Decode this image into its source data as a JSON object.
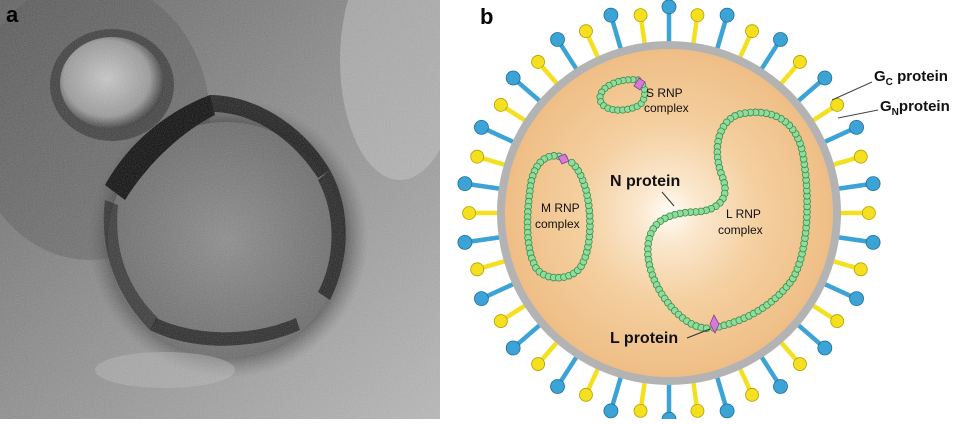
{
  "panel_a": {
    "letter": "a"
  },
  "panel_b": {
    "letter": "b",
    "labels": {
      "gc_main": "G",
      "gc_sub": "C",
      "gc_tail": " protein",
      "gn_main": "G",
      "gn_sub": "N",
      "gn_tail": "protein",
      "s_rnp_line1": "S RNP",
      "s_rnp_line2": "complex",
      "m_rnp_line1": "M RNP",
      "m_rnp_line2": "complex",
      "l_rnp_line1": "L RNP",
      "l_rnp_line2": "complex",
      "n_protein": "N protein",
      "l_protein": "L protein"
    },
    "colors": {
      "virion_fill": "#f2c591",
      "membrane": "#b3b3b3",
      "gc_spike": "#3ba3d6",
      "gn_spike": "#f5e020",
      "rnp_bead": "#8fdc9c",
      "rnp_bead_stroke": "#3a8e4c",
      "l_protein": "#d67ad8"
    }
  }
}
